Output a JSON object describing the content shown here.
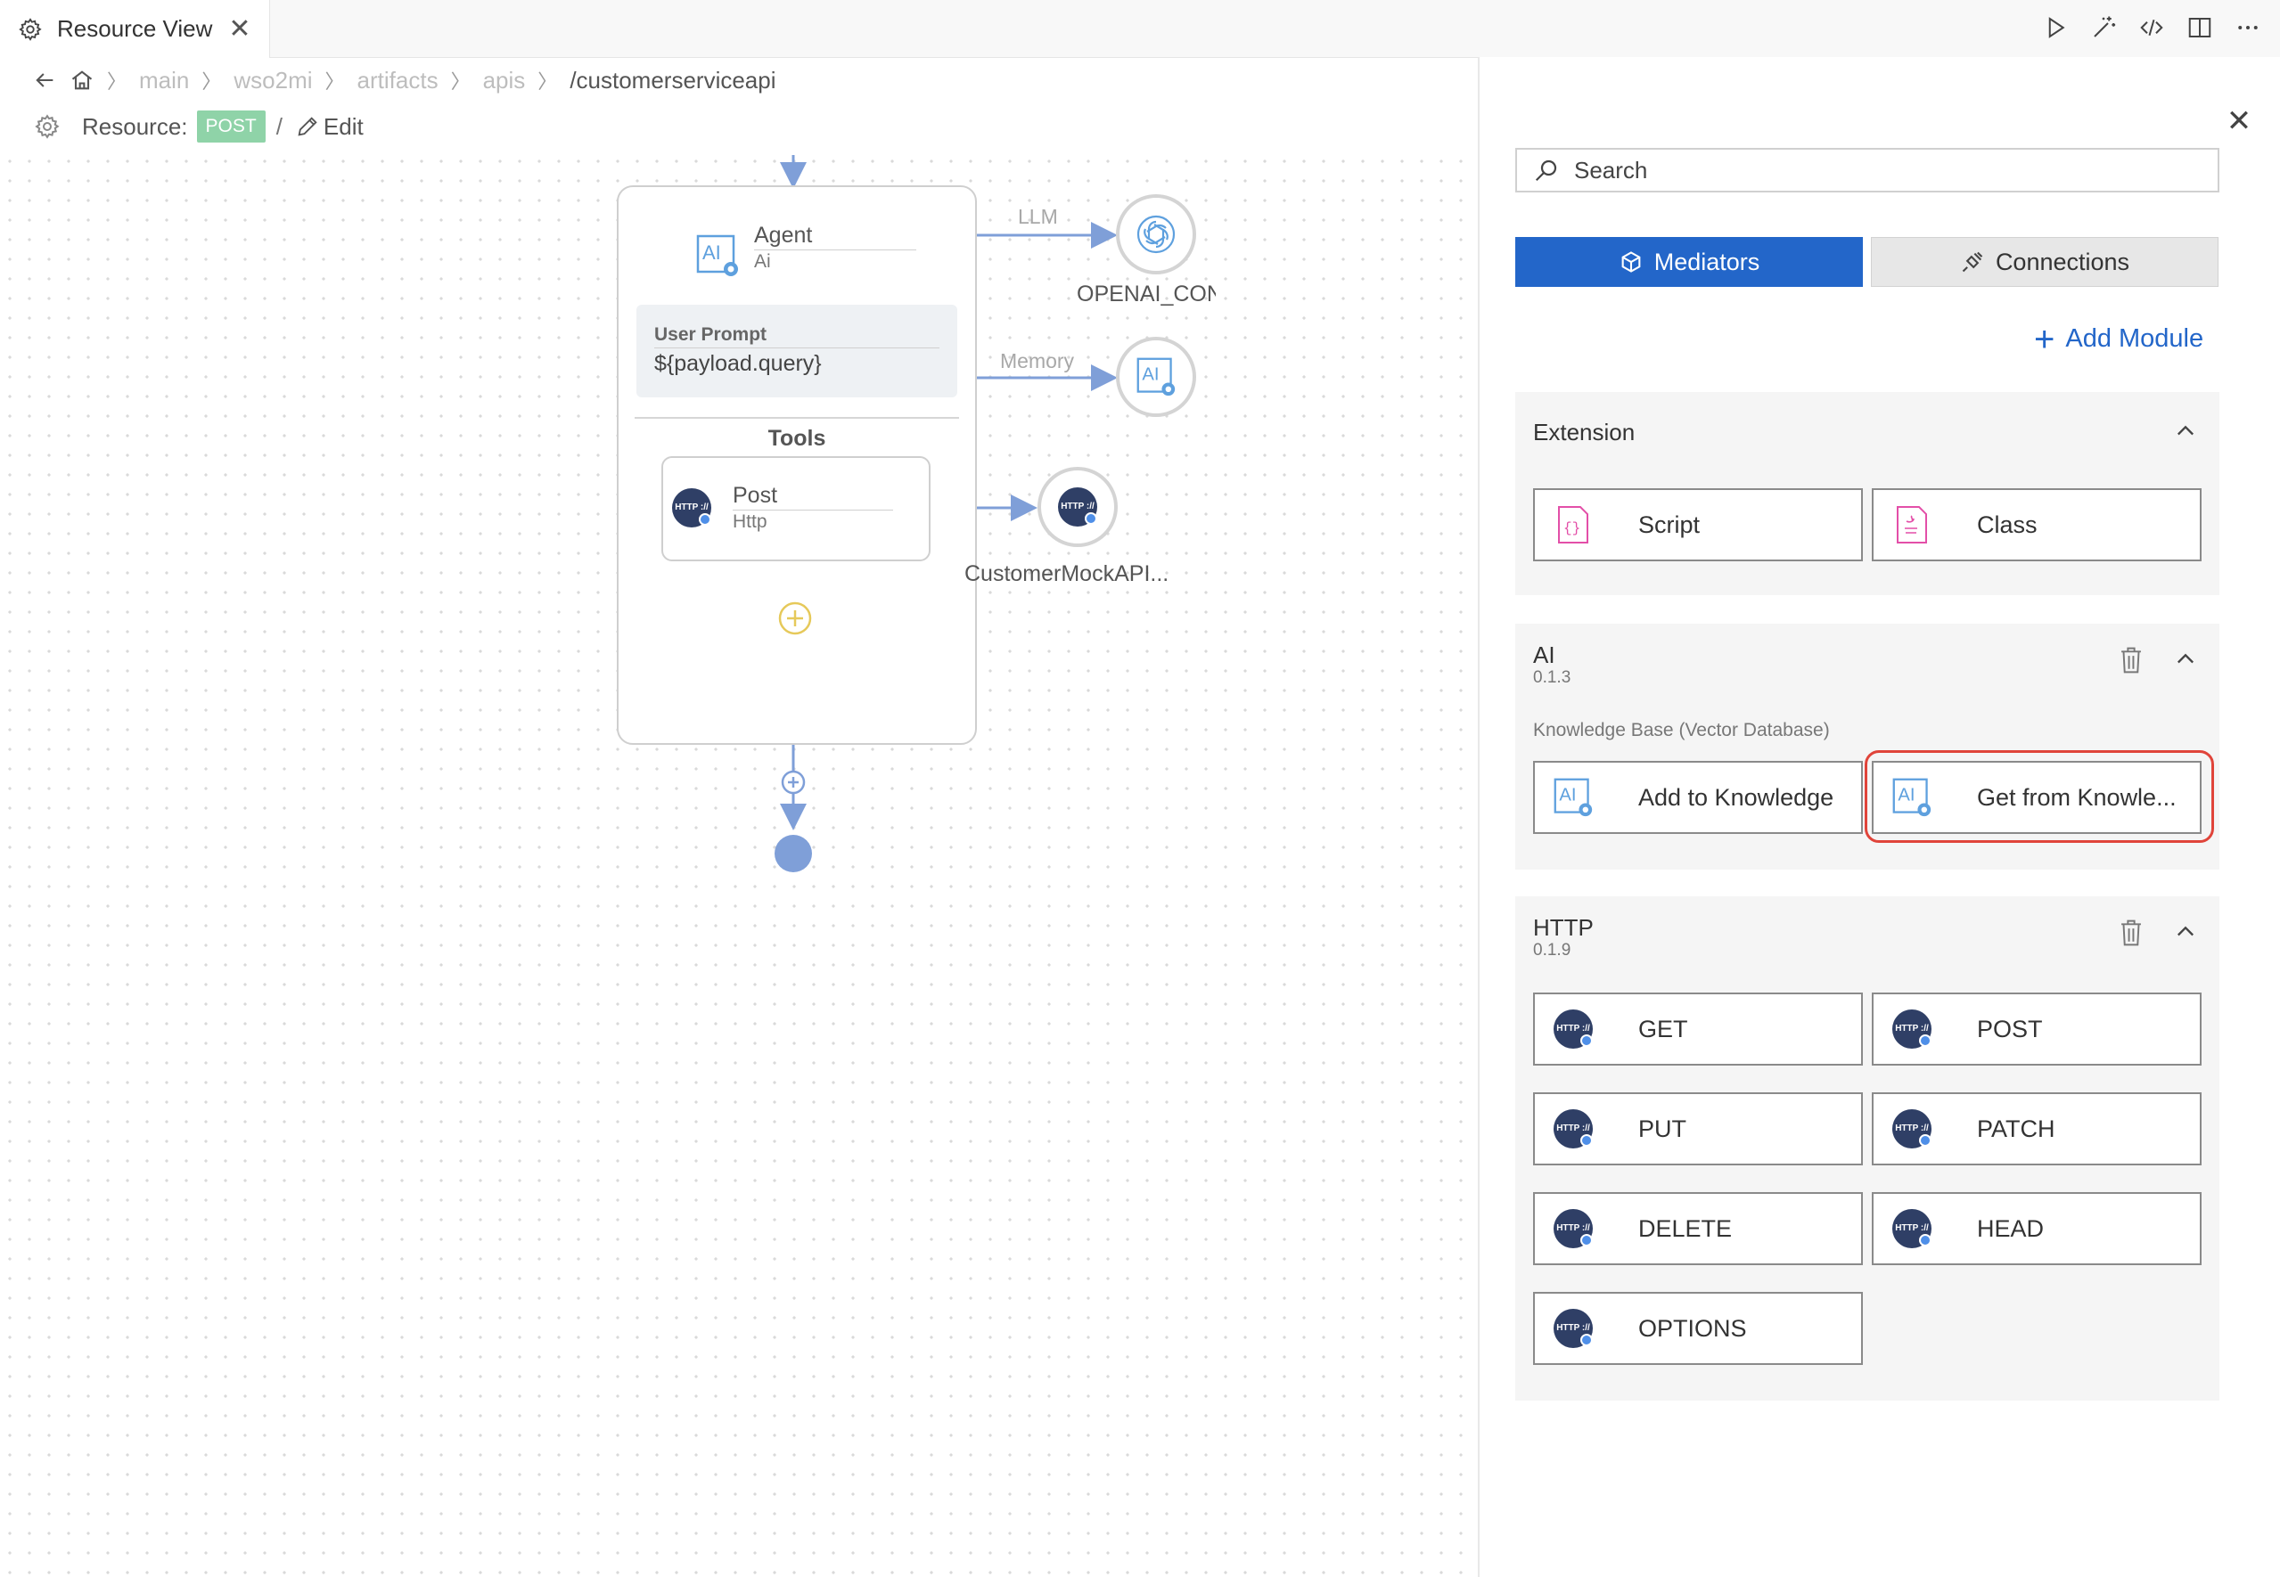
{
  "tab": {
    "title": "Resource View",
    "close": "✕"
  },
  "breadcrumb": {
    "items": [
      "main",
      "wso2mi",
      "artifacts",
      "apis"
    ],
    "current": "/customerserviceapi"
  },
  "resource": {
    "label": "Resource:",
    "method": "POST",
    "separator": "/",
    "edit": "Edit"
  },
  "diagram": {
    "agent": {
      "title": "Agent",
      "subtitle": "Ai"
    },
    "prompt": {
      "label": "User Prompt",
      "value": "${payload.query}"
    },
    "tools_title": "Tools",
    "tool": {
      "title": "Post",
      "subtitle": "Http"
    },
    "connections": {
      "llm_label": "LLM",
      "llm_target": "OPENAI_CON",
      "memory_label": "Memory",
      "tool_target": "CustomerMockAPI..."
    }
  },
  "panel": {
    "close": "✕",
    "search_placeholder": "Search",
    "tabs": {
      "mediators": "Mediators",
      "connections": "Connections"
    },
    "add_module": "Add Module",
    "sections": {
      "extension": {
        "title": "Extension",
        "buttons": [
          "Script",
          "Class"
        ]
      },
      "ai": {
        "title": "AI",
        "version": "0.1.3",
        "sub_label": "Knowledge Base (Vector Database)",
        "buttons": [
          "Add to Knowledge",
          "Get from Knowle..."
        ]
      },
      "http": {
        "title": "HTTP",
        "version": "0.1.9",
        "buttons": [
          "GET",
          "POST",
          "PUT",
          "PATCH",
          "DELETE",
          "HEAD",
          "OPTIONS"
        ]
      }
    }
  },
  "icons": {
    "http_badge": "HTTP ://",
    "ai_badge": "AI"
  },
  "colors": {
    "accent": "#2366c9",
    "post_badge": "#8fd3a8",
    "wire": "#7f9fd8",
    "highlight": "#e0443a",
    "script_icon": "#e34fa8"
  }
}
